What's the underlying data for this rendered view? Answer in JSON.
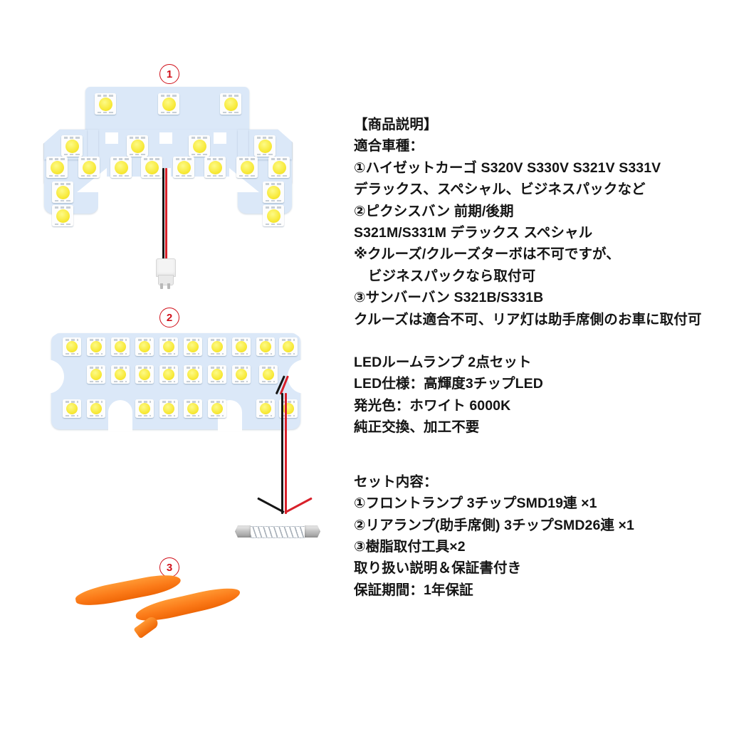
{
  "product": {
    "heading": "【商品説明】",
    "fitment_label": "適合車種：",
    "fitment_lines": [
      "①ハイゼットカーゴ S320V S330V S321V S331V",
      "デラックス、スペシャル、ビジネスパックなど",
      "②ピクシスバン 前期/後期",
      "S321M/S331M デラックス スペシャル",
      "※クルーズ/クルーズターボは不可ですが、",
      "ビジネスパックなら取付可",
      "③サンバーバン S321B/S331B",
      "クルーズは適合不可、リア灯は助手席側のお車に取付可"
    ],
    "spec_lines": [
      "LEDルームランプ 2点セット",
      "LED仕様：高輝度3チップLED",
      "発光色：ホワイト 6000K",
      "純正交換、加工不要"
    ],
    "contents_label": "セット内容：",
    "contents_lines": [
      "①フロントランプ 3チップSMD19連 ×1",
      "②リアランプ(助手席側) 3チップSMD26連 ×1",
      "③樹脂取付工具×2",
      "取り扱い説明＆保証書付き",
      "保証期間：1年保証"
    ]
  },
  "markers": {
    "front_lamp": "1",
    "rear_lamp": "2",
    "pry_tools": "3"
  },
  "parts": {
    "front_lamp_name": "フロントランプ 3チップSMD19連",
    "front_lamp_led_count": 19,
    "rear_lamp_name": "リアランプ 3チップSMD26連",
    "rear_lamp_led_count": 26,
    "connector_type": "T10",
    "festoon_name": "festoon-adapter",
    "pry_tool_count": 2
  },
  "colors": {
    "pcb": "#dbe8f8",
    "led_phosphor": "#f8ea3c",
    "marker_red": "#d0101a",
    "wire_red": "#d8202a",
    "wire_black": "#151515",
    "tool_orange": "#fb7a18",
    "text": "#141414",
    "background": "#ffffff"
  }
}
